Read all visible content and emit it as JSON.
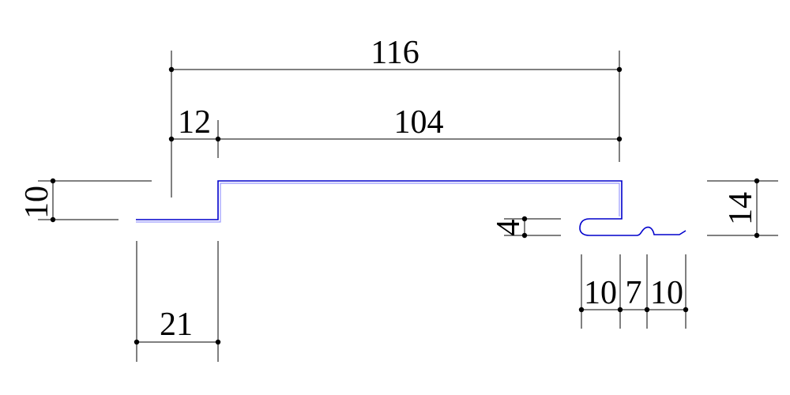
{
  "colors": {
    "background": "#ffffff",
    "dimension": "#000000",
    "profile_outer": "#0000cc",
    "profile_inner": "#9999ff"
  },
  "dimensions": {
    "overall_width": "116",
    "step_offset": "12",
    "top_width": "104",
    "left_height": "10",
    "bottom_flange": "21",
    "lip_height": "4",
    "right_height": "14",
    "hook_width": "10",
    "gap_width": "7",
    "groove_width": "10"
  }
}
